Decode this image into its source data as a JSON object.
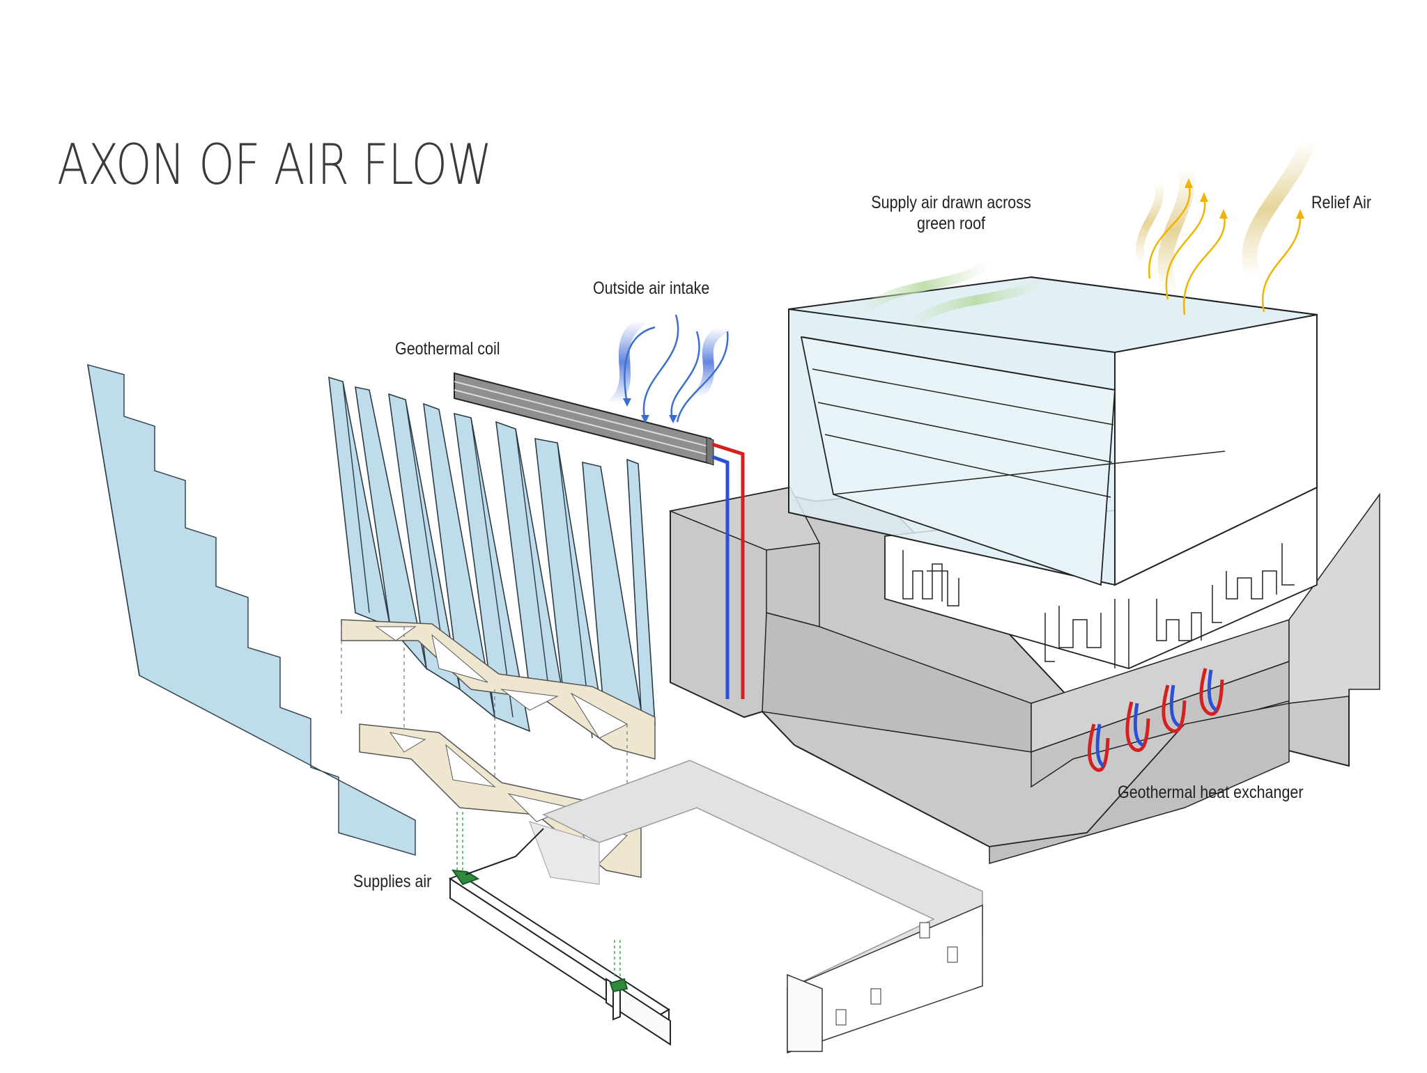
{
  "title": "AXON OF AIR FLOW",
  "labels": {
    "supply_air": "Supply air drawn across\ngreen roof",
    "relief_air": "Relief Air",
    "outside_air_intake": "Outside air intake",
    "geothermal_coil": "Geothermal coil",
    "geothermal_heat_exchanger": "Geothermal heat exchanger",
    "supplies_air": "Supplies air"
  },
  "colors": {
    "glass": "#b9d9e8",
    "glass_stroke": "#2b3a44",
    "concrete": "#cfcfcf",
    "concrete_dark": "#bdbdbd",
    "truss": "#efe6cf",
    "cold_air": "#3a6fd0",
    "warm_air": "#f0b400",
    "supply_pipe": "#2a4fd8",
    "return_pipe": "#d42020",
    "green": "#3cae52"
  }
}
